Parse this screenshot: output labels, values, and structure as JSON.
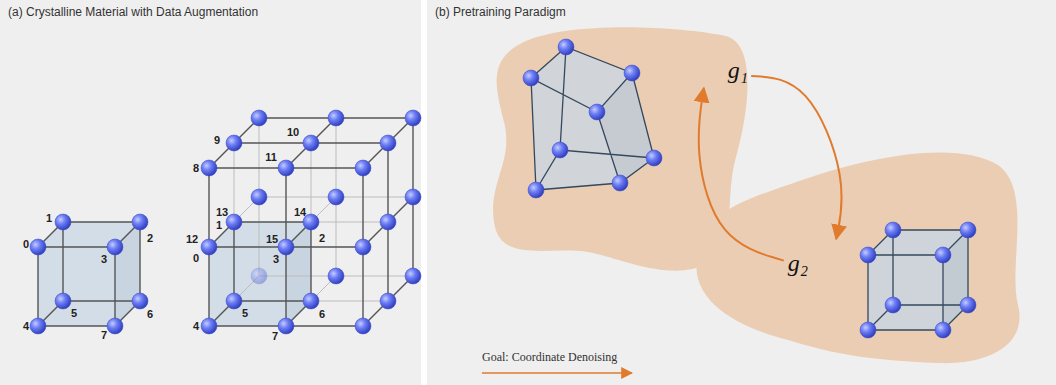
{
  "diagram": {
    "nodes": [
      {
        "text": [
          "(a) Crystalline Material with Data Augmentation"
        ]
      },
      {
        "text": [
          "(b) Pretraining Paradigm"
        ]
      },
      {
        "text": [
          "g₁"
        ],
        "in": 1
      },
      {
        "text": [
          "g₂"
        ],
        "in": 1
      }
    ],
    "edges": [
      {
        "from": 2,
        "to": 3,
        "arrow": "to"
      },
      {
        "from": 3,
        "to": 2,
        "arrow": "to"
      }
    ],
    "labels": [
      "0",
      "1",
      "2",
      "3",
      "4",
      "5",
      "6",
      "7",
      "9",
      "10",
      "11",
      "8",
      "13",
      "14",
      "12",
      "1",
      "15",
      "2",
      "0",
      "3",
      "5",
      "4",
      "6",
      "7",
      "Goal: Coordinate Denoising"
    ]
  }
}
